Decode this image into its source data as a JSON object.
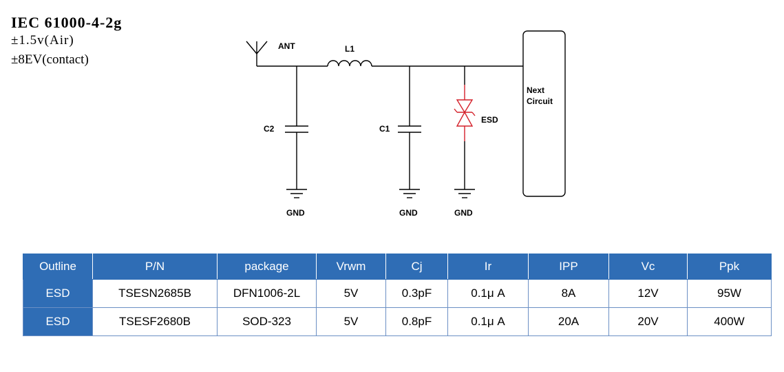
{
  "standard": {
    "title": "IEC  61000-4-2g",
    "air": "±1.5v(Air)",
    "contact": "±8EV(contact)"
  },
  "schematic": {
    "labels": {
      "antenna": "ANT",
      "inductor": "L1",
      "cap2": "C2",
      "cap1": "C1",
      "esd": "ESD",
      "next1": "Next",
      "next2": "Circuit",
      "gnd1": "GND",
      "gnd2": "GND",
      "gnd3": "GND"
    },
    "colors": {
      "wire": "#000000",
      "esd": "#d4202a"
    }
  },
  "table": {
    "headers": [
      "Outline",
      "P/N",
      "package",
      "Vrwm",
      "Cj",
      "Ir",
      "IPP",
      "Vc",
      "Ppk"
    ],
    "rows": [
      [
        "ESD",
        "TSESN2685B",
        "DFN1006-2L",
        "5V",
        "0.3pF",
        "0.1μ A",
        "8A",
        "12V",
        "95W"
      ],
      [
        "ESD",
        "TSESF2680B",
        "SOD-323",
        "5V",
        "0.8pF",
        "0.1μ A",
        "20A",
        "20V",
        "400W"
      ]
    ],
    "header_color": "#2f6db5"
  }
}
